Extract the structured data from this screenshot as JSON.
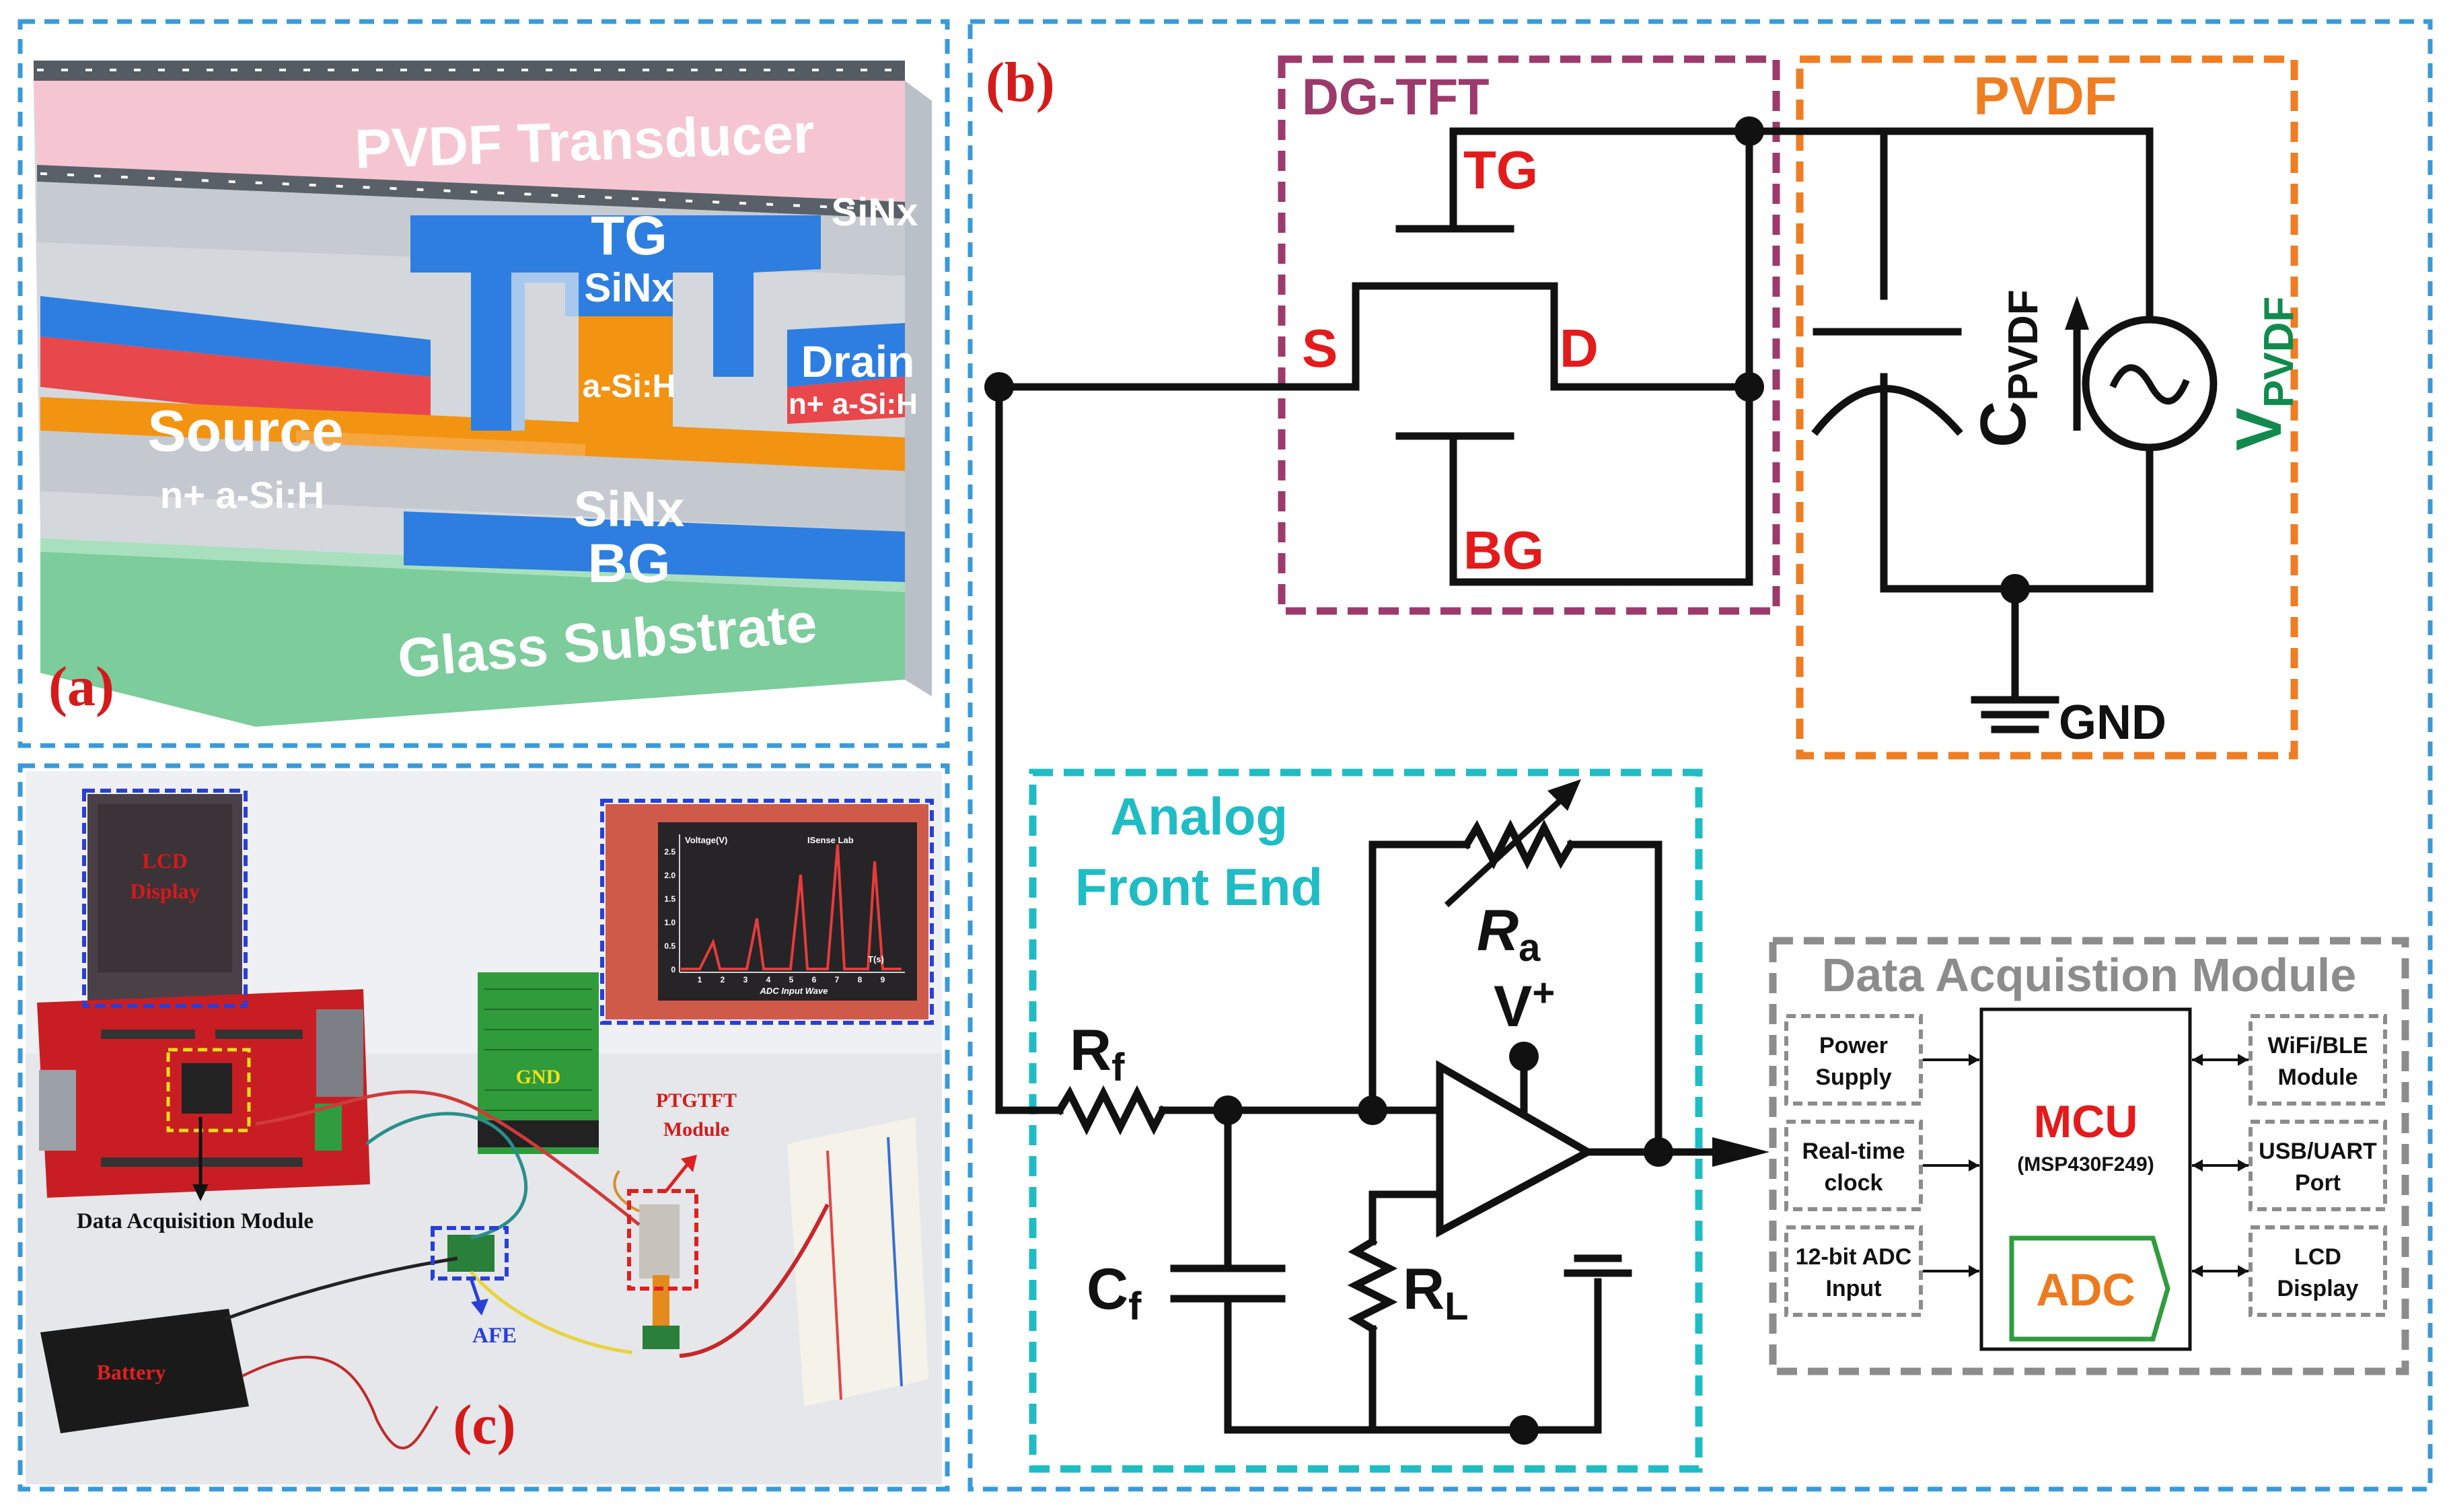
{
  "panel_a": {
    "label": "(a)",
    "layers": {
      "pvdf": "PVDF Transducer",
      "top_sinx": "SiNx",
      "tg": "TG",
      "gate_sinx": "SiNx",
      "asi": "a-Si:H",
      "drain": "Drain",
      "drain_doping": "n+ a-Si:H",
      "source": "Source",
      "source_doping": "n+ a-Si:H",
      "bottom_sinx": "SiNx",
      "bg": "BG",
      "glass": "Glass Substrate"
    }
  },
  "panel_b": {
    "label": "(b)",
    "dgtft": {
      "title": "DG-TFT",
      "tg": "TG",
      "s": "S",
      "d": "D",
      "bg": "BG"
    },
    "pvdf": {
      "title": "PVDF",
      "c_main": "C",
      "c_sub": "PVDF",
      "v_main": "V",
      "v_sub": "PVDF",
      "gnd": "GND"
    },
    "afe": {
      "title_line1": "Analog",
      "title_line2": "Front End",
      "ra_main": "R",
      "ra_sub": "a",
      "rf_main": "R",
      "rf_sub": "f",
      "cf_main": "C",
      "cf_sub": "f",
      "rl_main": "R",
      "rl_sub": "L",
      "vplus_main": "V",
      "vplus_sup": "+"
    },
    "daq": {
      "title": "Data Acquistion Module",
      "left_blocks": [
        {
          "line1": "Power",
          "line2": "Supply"
        },
        {
          "line1": "Real-time",
          "line2": "clock"
        },
        {
          "line1": "12-bit ADC",
          "line2": "Input"
        }
      ],
      "mcu": "MCU",
      "mcu_part": "(MSP430F249)",
      "adc": "ADC",
      "right_blocks": [
        {
          "line1": "WiFi/BLE",
          "line2": "Module"
        },
        {
          "line1": "USB/UART",
          "line2": "Port"
        },
        {
          "line1": "LCD",
          "line2": "Display"
        }
      ]
    }
  },
  "panel_c": {
    "label": "(c)",
    "lcd": "LCD\nDisplay",
    "gnd": "GND",
    "ptgtft": "PTGTFT\nModule",
    "daq": "Data Acquisition Module",
    "afe": "AFE",
    "battery": "Battery",
    "screen": {
      "ylabel": "Voltage(V)",
      "brand": "ISense Lab",
      "xlabel": "T(s)",
      "caption": "ADC Input Wave",
      "yticks": [
        "2.5",
        "2.0",
        "1.5",
        "1.0",
        "0.5",
        "0"
      ],
      "xticks": [
        "1",
        "2",
        "3",
        "4",
        "5",
        "6",
        "7",
        "8",
        "9"
      ]
    }
  },
  "colors": {
    "frame_blue": "#3a9ad9",
    "label_red": "#d51a1a",
    "dgtft_purple": "#9c3a6b",
    "pvdf_orange": "#ef7d22",
    "afe_cyan": "#20bcc4",
    "daq_gray": "#8c8c8c",
    "mcu_red": "#e41b1b",
    "adc_orange": "#ee7a1e",
    "adc_green": "#2f9d3f",
    "vpvdf_green": "#128a4e",
    "pvdf_pink": "#f5c6d2",
    "gate_blue": "#2d7ee0",
    "asi_orange": "#f39312",
    "ndop_red": "#e8484b",
    "glass_green": "#7ccc9c"
  }
}
